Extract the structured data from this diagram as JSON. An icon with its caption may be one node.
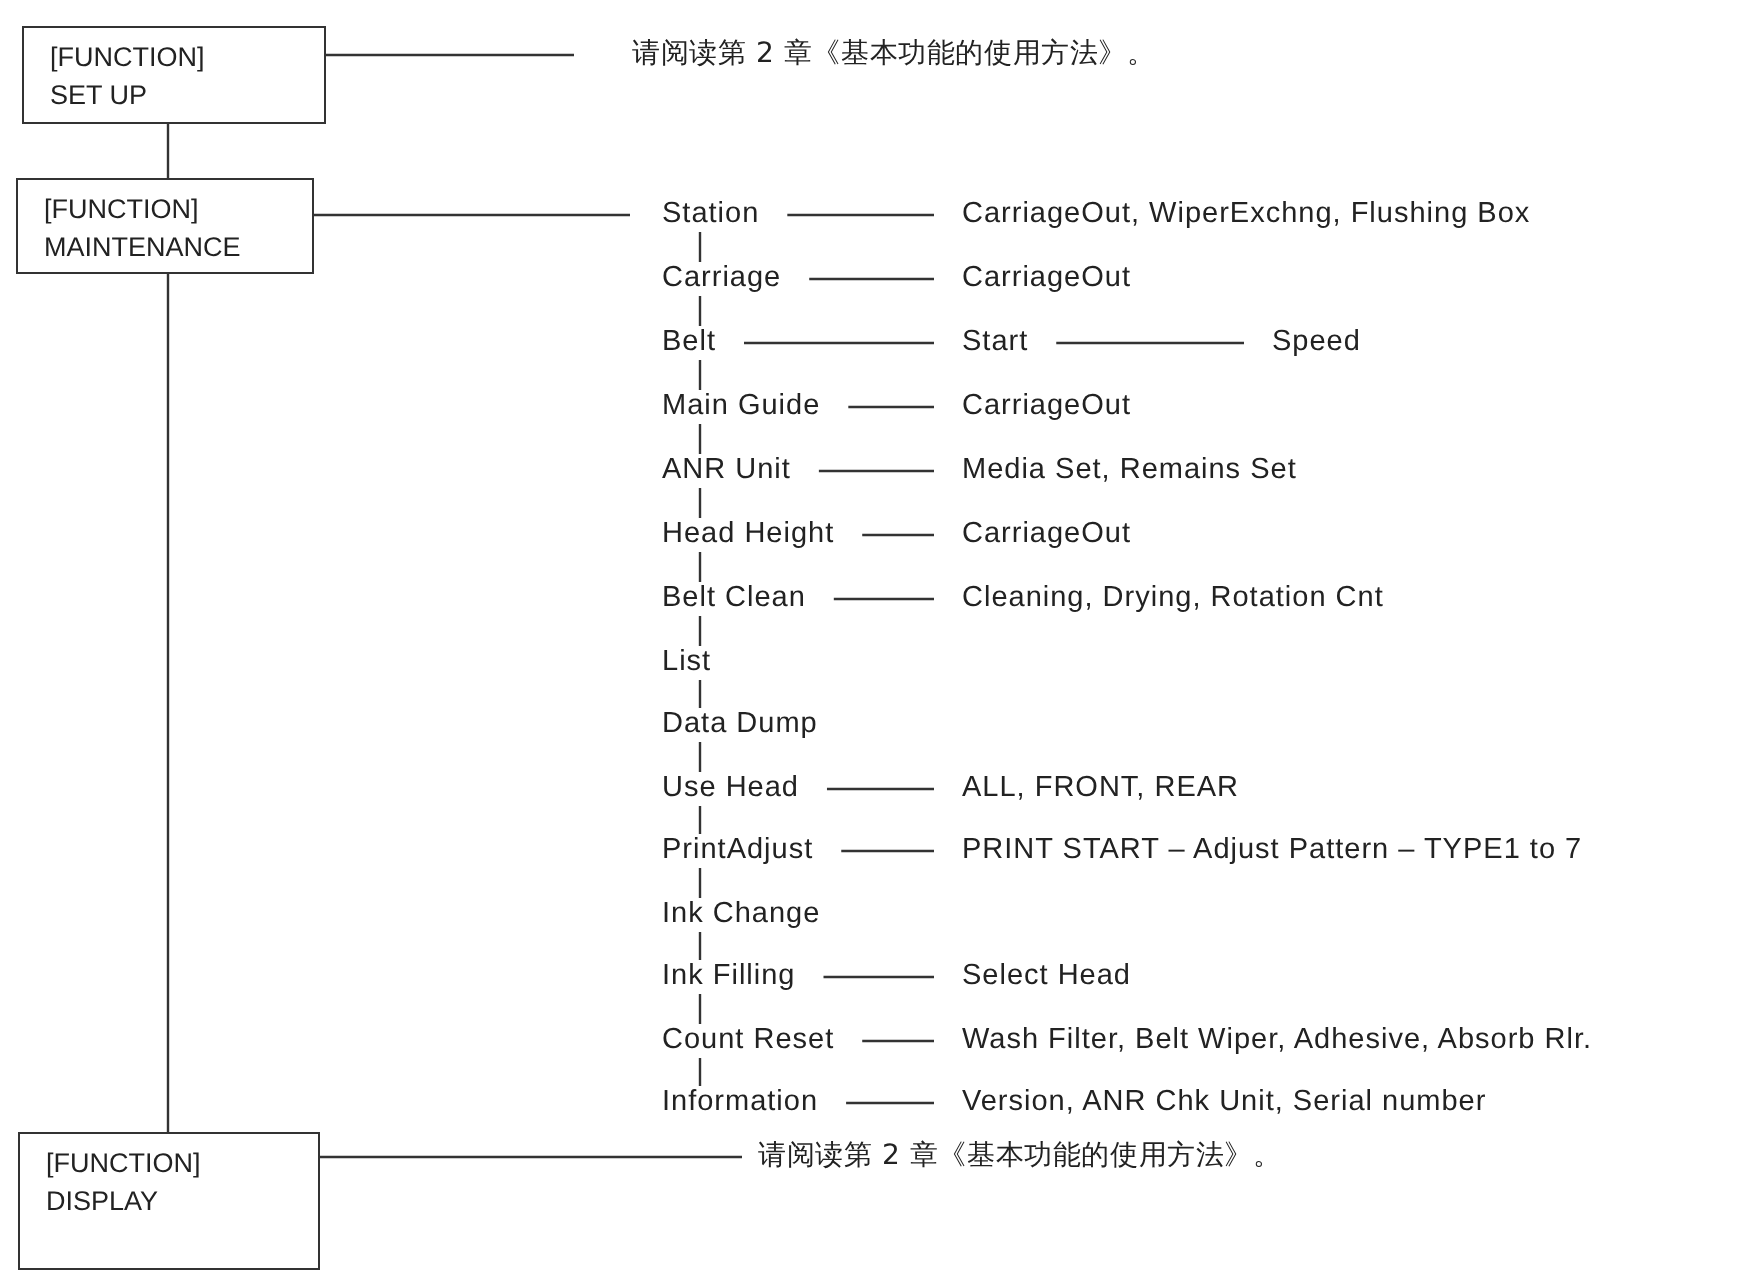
{
  "diagram": {
    "nodes": [
      {
        "text": [
          "[FUNCTION]",
          "SET UP"
        ]
      },
      {
        "text": [
          "请阅读第 2 章《基本功能的使用方法》。"
        ]
      },
      {
        "text": [
          "[FUNCTION]",
          "MAINTENANCE"
        ]
      },
      {
        "text": [
          "Station"
        ]
      },
      {
        "text": [
          "CarriageOut, WiperExchng, Flushing Box"
        ]
      },
      {
        "text": [
          "Carriage"
        ]
      },
      {
        "text": [
          "CarriageOut"
        ]
      },
      {
        "text": [
          "Belt"
        ]
      },
      {
        "text": [
          "Start"
        ]
      },
      {
        "text": [
          "Speed"
        ]
      },
      {
        "text": [
          "Main Guide"
        ]
      },
      {
        "text": [
          "CarriageOut"
        ]
      },
      {
        "text": [
          "ANR Unit"
        ]
      },
      {
        "text": [
          "Media Set, Remains Set"
        ]
      },
      {
        "text": [
          "Head Height"
        ]
      },
      {
        "text": [
          "CarriageOut"
        ]
      },
      {
        "text": [
          "Belt Clean"
        ]
      },
      {
        "text": [
          "Cleaning, Drying, Rotation Cnt"
        ]
      },
      {
        "text": [
          "List"
        ]
      },
      {
        "text": [
          "Data Dump"
        ]
      },
      {
        "text": [
          "Use Head"
        ]
      },
      {
        "text": [
          "ALL, FRONT, REAR"
        ]
      },
      {
        "text": [
          "PrintAdjust"
        ]
      },
      {
        "text": [
          "PRINT START – Adjust Pattern – TYPE1 to 7"
        ]
      },
      {
        "text": [
          "Ink Change"
        ]
      },
      {
        "text": [
          "Ink Filling"
        ]
      },
      {
        "text": [
          "Select Head"
        ]
      },
      {
        "text": [
          "Count Reset"
        ]
      },
      {
        "text": [
          "Wash Filter, Belt Wiper, Adhesive, Absorb Rlr."
        ]
      },
      {
        "text": [
          "Information"
        ]
      },
      {
        "text": [
          "Version, ANR Chk Unit, Serial number"
        ]
      },
      {
        "text": [
          "[FUNCTION]",
          "DISPLAY"
        ]
      },
      {
        "text": [
          "请阅读第 2 章《基本功能的使用方法》。"
        ]
      }
    ],
    "edges": [
      {
        "from": 0,
        "to": 1,
        "arrow": "none"
      },
      {
        "from": 0,
        "to": 2,
        "arrow": "none"
      },
      {
        "from": 2,
        "to": 3,
        "arrow": "none"
      },
      {
        "from": 2,
        "to": 31,
        "arrow": "none"
      },
      {
        "from": 31,
        "to": 32,
        "arrow": "none"
      },
      {
        "from": 3,
        "to": 4,
        "arrow": "none"
      },
      {
        "from": 5,
        "to": 6,
        "arrow": "none"
      },
      {
        "from": 7,
        "to": 8,
        "arrow": "none"
      },
      {
        "from": 8,
        "to": 9,
        "arrow": "none"
      },
      {
        "from": 10,
        "to": 11,
        "arrow": "none"
      },
      {
        "from": 12,
        "to": 13,
        "arrow": "none"
      },
      {
        "from": 14,
        "to": 15,
        "arrow": "none"
      },
      {
        "from": 16,
        "to": 17,
        "arrow": "none"
      },
      {
        "from": 20,
        "to": 21,
        "arrow": "none"
      },
      {
        "from": 22,
        "to": 23,
        "arrow": "none"
      },
      {
        "from": 25,
        "to": 26,
        "arrow": "none"
      },
      {
        "from": 27,
        "to": 28,
        "arrow": "none"
      },
      {
        "from": 29,
        "to": 30,
        "arrow": "none"
      },
      {
        "from": 3,
        "to": 5,
        "arrow": "none"
      },
      {
        "from": 5,
        "to": 7,
        "arrow": "none"
      },
      {
        "from": 7,
        "to": 10,
        "arrow": "none"
      },
      {
        "from": 10,
        "to": 12,
        "arrow": "none"
      },
      {
        "from": 12,
        "to": 14,
        "arrow": "none"
      },
      {
        "from": 14,
        "to": 16,
        "arrow": "none"
      },
      {
        "from": 16,
        "to": 18,
        "arrow": "none"
      },
      {
        "from": 18,
        "to": 19,
        "arrow": "none"
      },
      {
        "from": 19,
        "to": 20,
        "arrow": "none"
      },
      {
        "from": 20,
        "to": 22,
        "arrow": "none"
      },
      {
        "from": 22,
        "to": 24,
        "arrow": "none"
      },
      {
        "from": 24,
        "to": 25,
        "arrow": "none"
      },
      {
        "from": 25,
        "to": 27,
        "arrow": "none"
      },
      {
        "from": 27,
        "to": 29,
        "arrow": "none"
      }
    ]
  }
}
